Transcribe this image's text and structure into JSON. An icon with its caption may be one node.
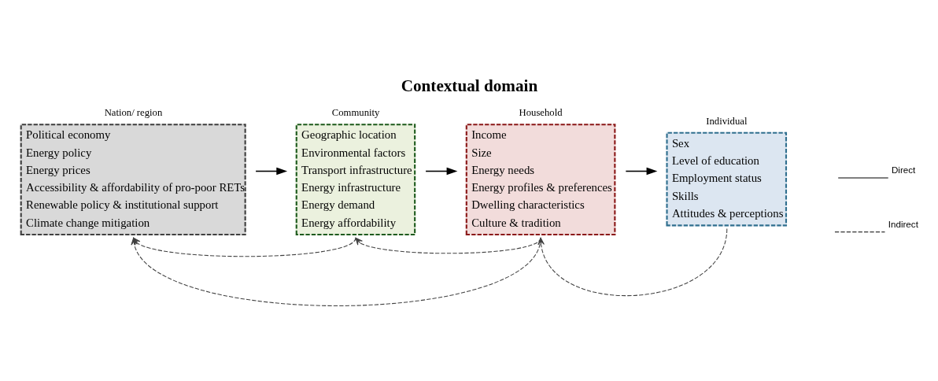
{
  "diagram": {
    "title": "Contextual domain",
    "nodes": [
      {
        "text": [
          "Nation/ region",
          "Political economy",
          "Energy policy",
          "Energy prices",
          "Accessibility & affordability of pro-poor RETs",
          "Renewable policy & institutional support",
          "Climate change mitigation"
        ]
      },
      {
        "text": [
          "Community",
          "Geographic location",
          "Environmental factors",
          "Transport infrastructure",
          "Energy infrastructure",
          "Energy demand",
          "Energy affordability"
        ]
      },
      {
        "text": [
          "Household",
          "Income",
          "Size",
          "Energy needs",
          "Energy profiles & preferences",
          "Dwelling characteristics",
          "Culture & tradition"
        ]
      },
      {
        "text": [
          "Individual",
          "Sex",
          "Level of education",
          "Employment status",
          "Skills",
          "Attitudes & perceptions"
        ]
      }
    ],
    "edges": [
      {
        "from": 0,
        "to": 1,
        "arrow": "to"
      },
      {
        "from": 1,
        "to": 2,
        "arrow": "to"
      },
      {
        "from": 2,
        "to": 3,
        "arrow": "to"
      },
      {
        "from": 3,
        "to": 2,
        "arrow": "to",
        "style": "dashed"
      },
      {
        "from": 2,
        "to": 1,
        "arrow": "to",
        "style": "dashed"
      },
      {
        "from": 1,
        "to": 0,
        "arrow": "to",
        "style": "dashed"
      },
      {
        "from": 2,
        "to": 0,
        "arrow": "to",
        "style": "dashed"
      }
    ],
    "legend": [
      {
        "text": "Direct"
      },
      {
        "text": "Indirect"
      }
    ]
  }
}
